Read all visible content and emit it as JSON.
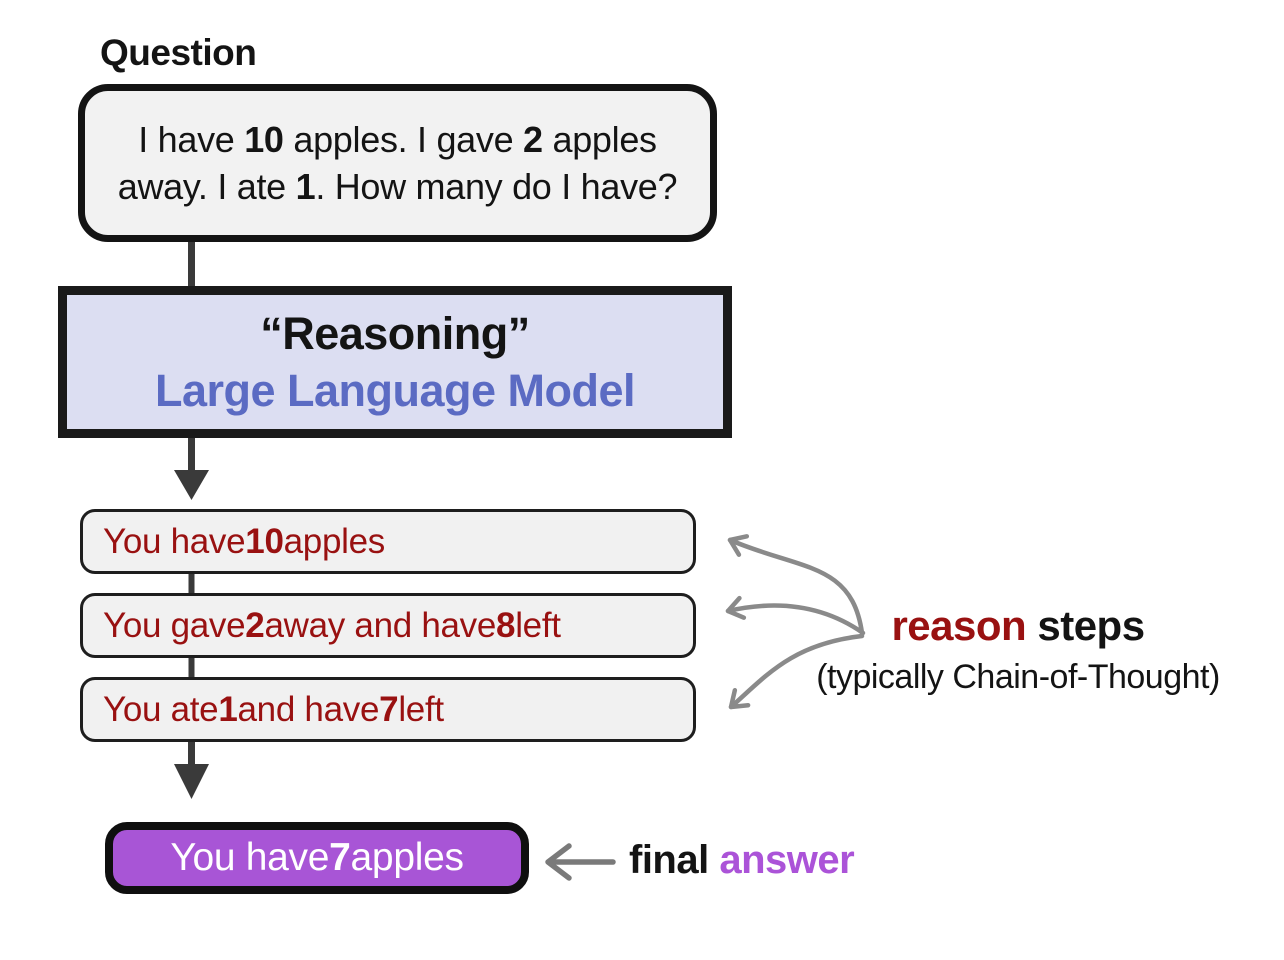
{
  "colors": {
    "ink": "#141414",
    "box_fill": "#f2f2f2",
    "step_fill": "#f1f1f1",
    "lavender": "#dcdef2",
    "llm_blue": "#5b6bc3",
    "step_red": "#991111",
    "answer_purple": "#a855d6",
    "label_purple": "#ab53d8",
    "arrow_dark": "#3a3a3a",
    "arrow_gray": "#8a8a8a",
    "arrow_midgray": "#7a7a7a"
  },
  "question": {
    "label": "Question",
    "line1_parts": [
      "I have ",
      "10",
      " apples. I gave ",
      "2",
      " apples"
    ],
    "line2_parts": [
      "away. I ate ",
      "1",
      ". How many do I have?"
    ]
  },
  "llm": {
    "line1": "“Reasoning”",
    "line2": "Large Language Model"
  },
  "steps": [
    {
      "parts": [
        "You have ",
        "10",
        " apples"
      ]
    },
    {
      "parts": [
        "You gave ",
        "2",
        " away and have ",
        "8",
        " left"
      ]
    },
    {
      "parts": [
        "You ate ",
        "1",
        " and have ",
        "7",
        " left"
      ]
    }
  ],
  "reason_annotation": {
    "word_red": "reason",
    "word_black": "steps",
    "subtitle": "(typically Chain-of-Thought)"
  },
  "final_answer": {
    "box_parts": [
      "You have ",
      "7",
      " apples"
    ],
    "label_black": "final",
    "label_purple": "answer"
  }
}
